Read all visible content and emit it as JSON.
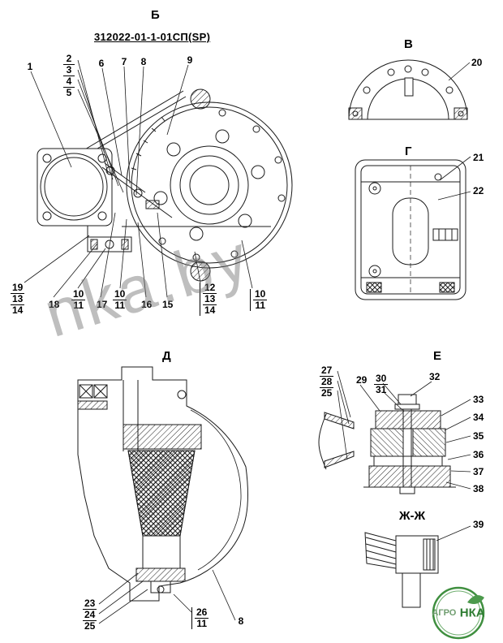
{
  "header": {
    "view_label": "Б",
    "drawing_number": "312022-01-1-01СП(SP)"
  },
  "views": {
    "v_label": "В",
    "g_label": "Г",
    "d_label": "Д",
    "e_label": "Е",
    "zh_label": "Ж-Ж"
  },
  "watermark": "nka.by",
  "logo": {
    "part1": "АГРО",
    "part2": "НКА"
  },
  "callouts": [
    {
      "items": [
        "1"
      ]
    },
    {
      "items": [
        "2",
        "3",
        "4",
        "5"
      ]
    },
    {
      "items": [
        "6"
      ]
    },
    {
      "items": [
        "7"
      ]
    },
    {
      "items": [
        "8"
      ]
    },
    {
      "items": [
        "9"
      ]
    },
    {
      "items": [
        "19",
        "13",
        "14"
      ]
    },
    {
      "items": [
        "18"
      ]
    },
    {
      "items": [
        "10",
        "11"
      ]
    },
    {
      "items": [
        "17"
      ]
    },
    {
      "items": [
        "10",
        "11"
      ]
    },
    {
      "items": [
        "16"
      ]
    },
    {
      "items": [
        "15"
      ]
    },
    {
      "items": [
        "12",
        "13",
        "14"
      ]
    },
    {
      "items": [
        "10",
        "11"
      ]
    },
    {
      "items": [
        "20"
      ]
    },
    {
      "items": [
        "21"
      ]
    },
    {
      "items": [
        "22"
      ]
    },
    {
      "items": [
        "23",
        "24",
        "25"
      ]
    },
    {
      "items": [
        "26",
        "11"
      ]
    },
    {
      "items": [
        "8"
      ]
    },
    {
      "items": [
        "27",
        "28",
        "25"
      ]
    },
    {
      "items": [
        "29"
      ]
    },
    {
      "items": [
        "30",
        "31"
      ]
    },
    {
      "items": [
        "32"
      ]
    },
    {
      "items": [
        "33"
      ]
    },
    {
      "items": [
        "34"
      ]
    },
    {
      "items": [
        "35"
      ]
    },
    {
      "items": [
        "36"
      ]
    },
    {
      "items": [
        "37"
      ]
    },
    {
      "items": [
        "38"
      ]
    },
    {
      "items": [
        "39"
      ]
    }
  ]
}
